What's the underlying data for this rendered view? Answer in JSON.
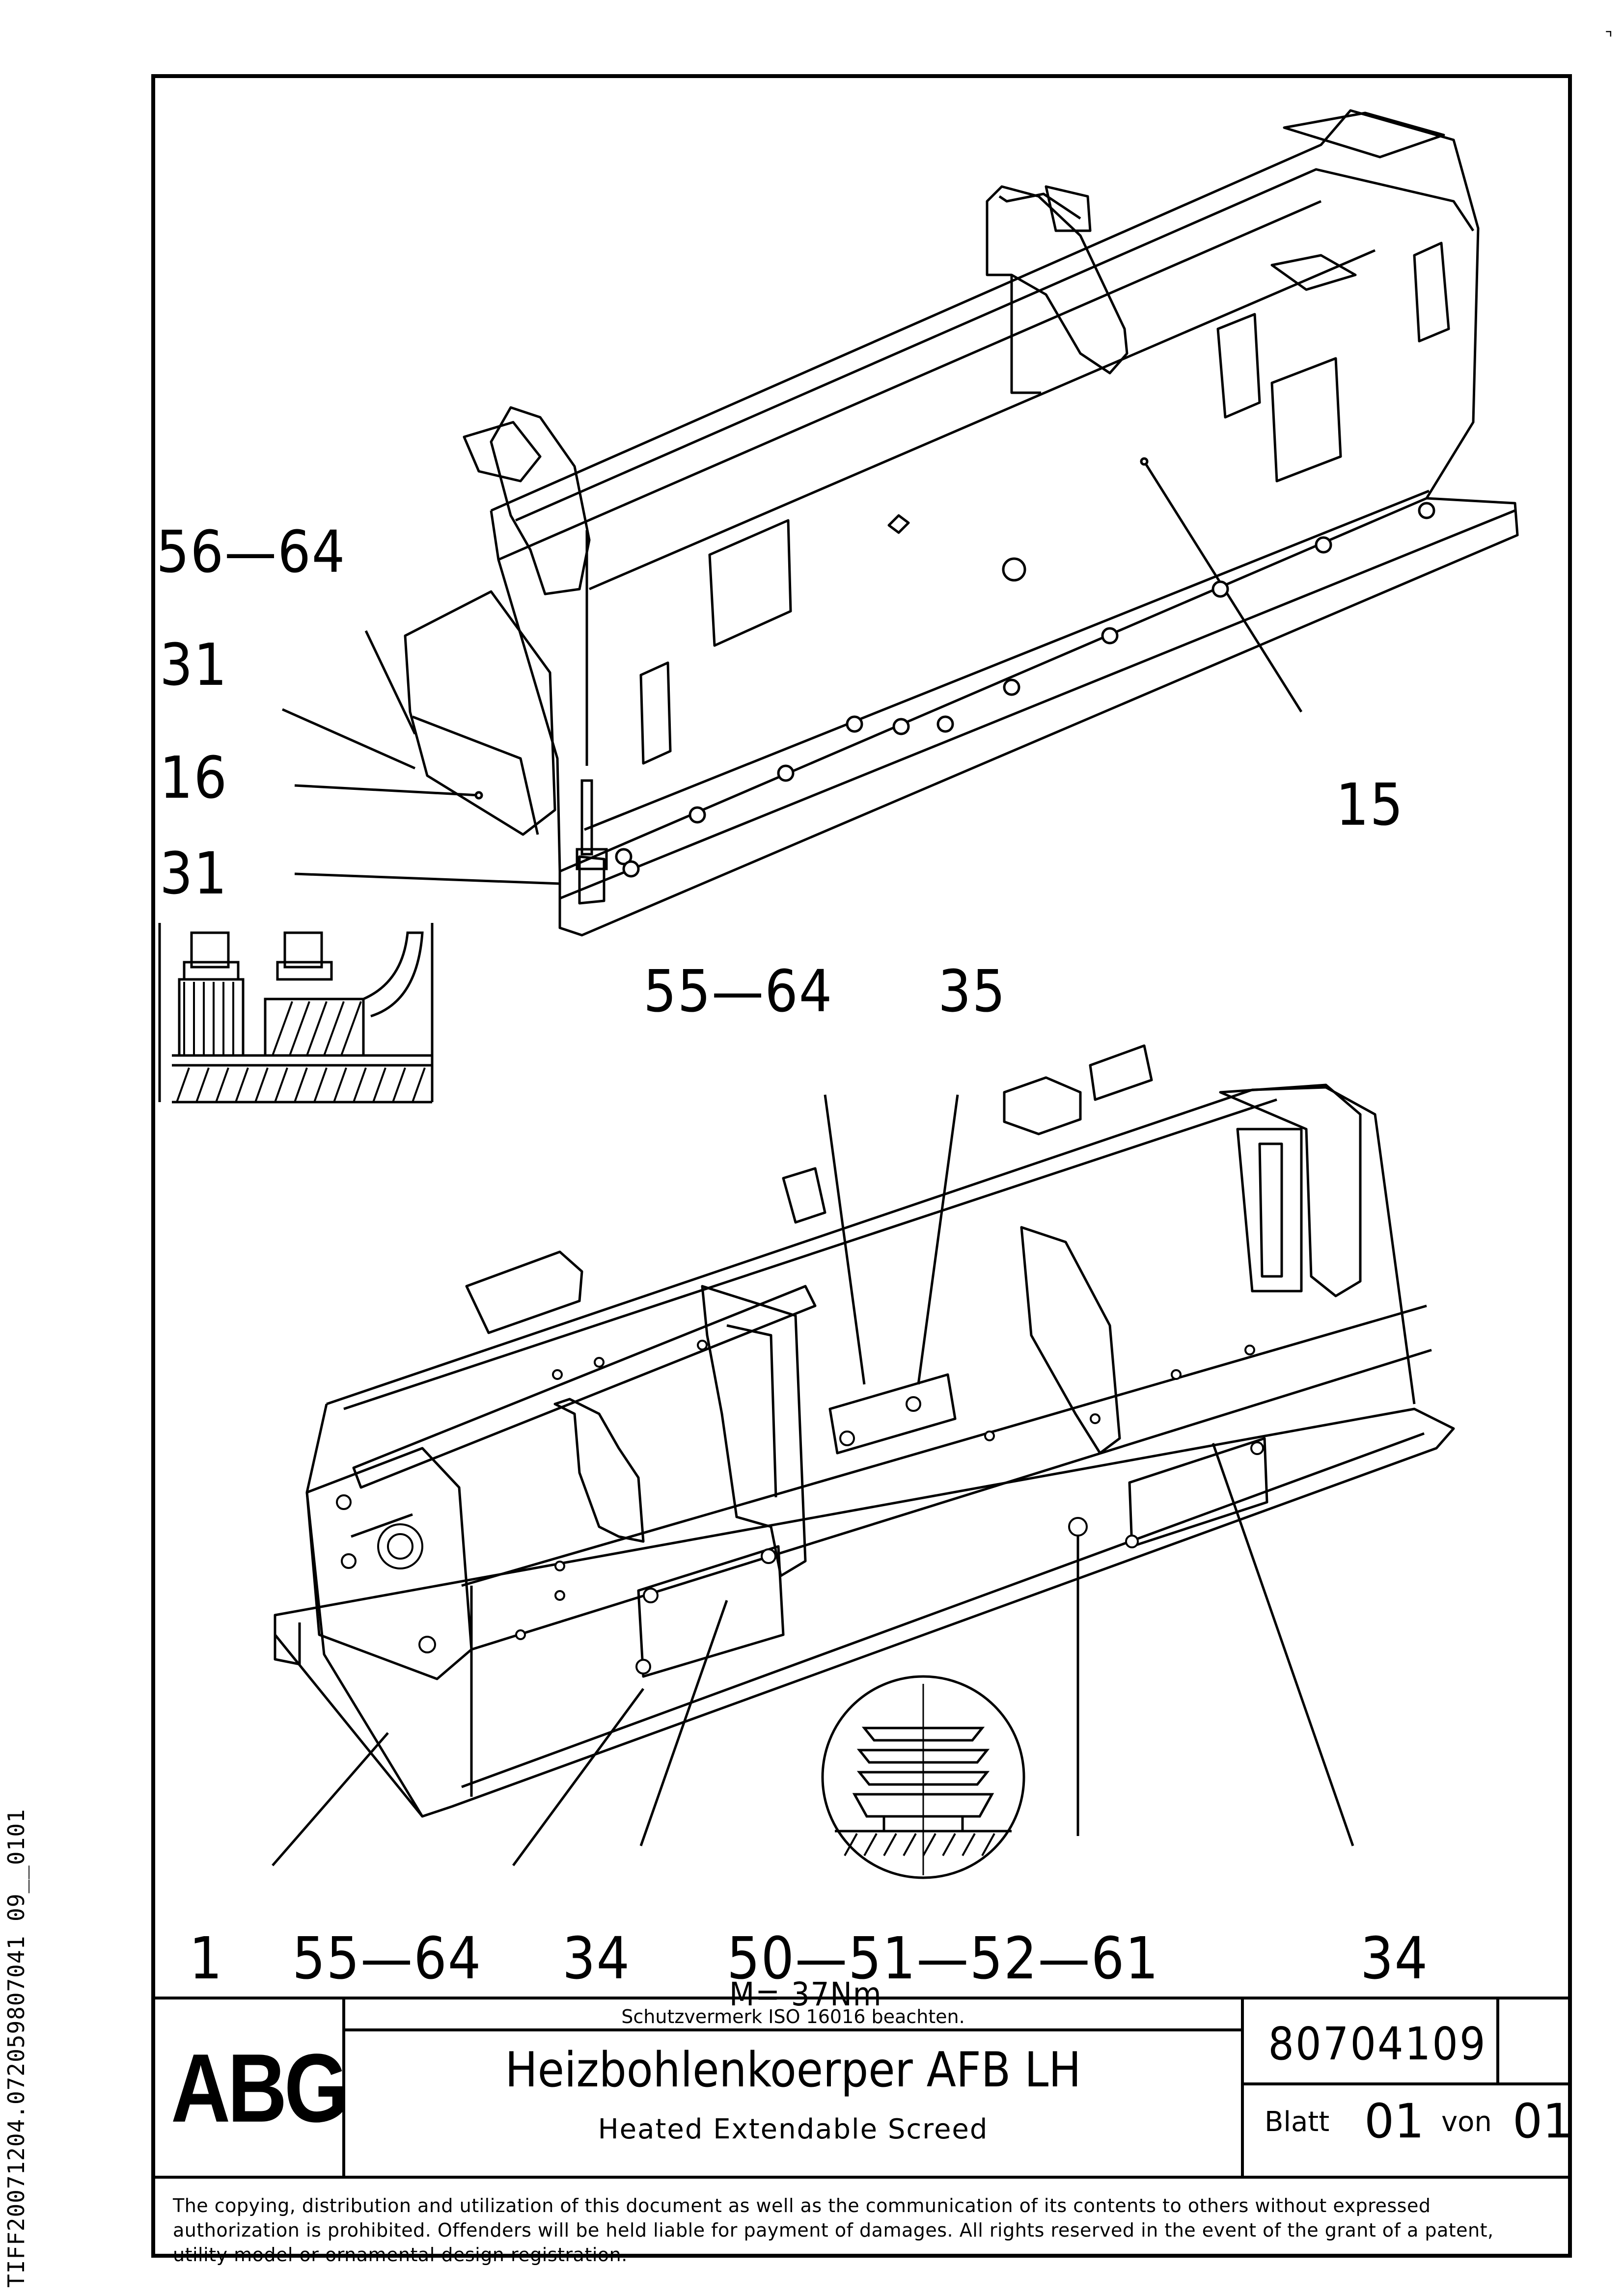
{
  "labels_top": {
    "l_56_64": "56—64",
    "l_31_a": "31",
    "l_16": "16",
    "l_31_b": "31",
    "l_15": "15"
  },
  "labels_mid": {
    "l_55_64": "55—64",
    "l_35": "35"
  },
  "labels_bottom": {
    "l_1": "1",
    "l_55_64": "55—64",
    "l_34_a": "34",
    "l_50_61": "50—51—52—61",
    "l_torque": "M= 37Nm",
    "l_34_b": "34"
  },
  "title_block": {
    "logo_text": "ABG",
    "protection_note": "Schutzvermerk ISO 16016 beachten.",
    "title_de": "Heizbohlenkoerper AFB LH",
    "title_en": "Heated Extendable Screed",
    "doc_number": "80704109",
    "sheet_label": "Blatt",
    "sheet_number": "01",
    "of_label": "von",
    "sheet_total": "01",
    "copyright": "The copying, distribution and utilization of this document as well as the communication of its contents to others without expressed authorization is prohibited. Offenders will be held liable for payment of damages. All rights reserved in the event of the grant of a patent, utility model or ornamental design registration."
  },
  "side_id": "TIFF20071204.072059807041 09__0101",
  "colors": {
    "line": "#000000",
    "paper": "#ffffff"
  }
}
